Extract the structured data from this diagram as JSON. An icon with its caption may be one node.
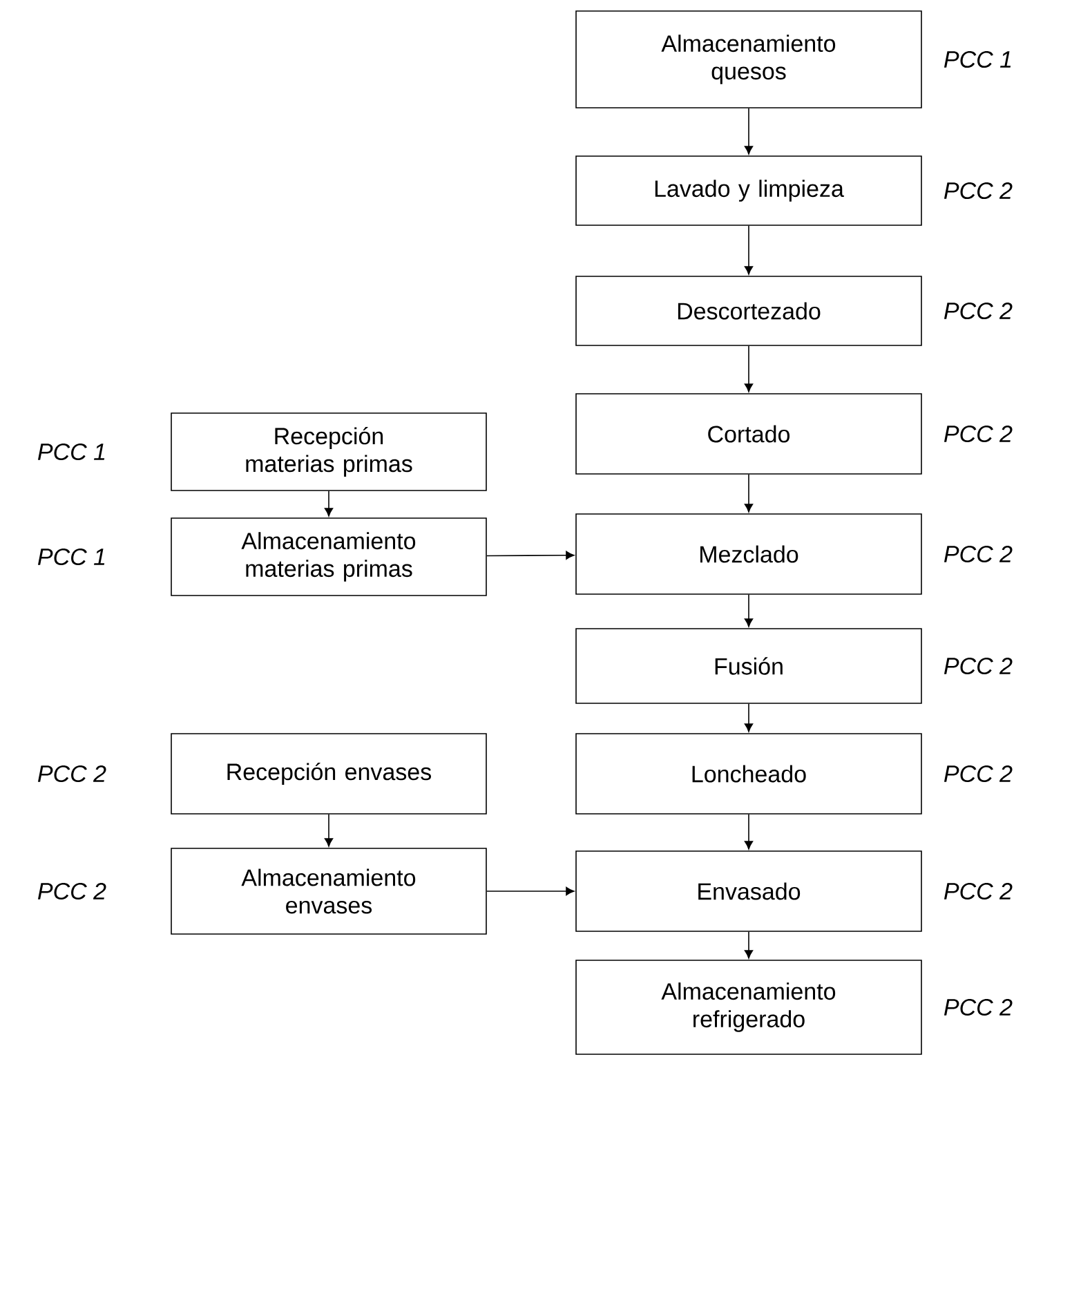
{
  "diagram": {
    "nodes": [
      {
        "text": [
          "Almacenamiento quesos"
        ],
        "beside": [
          "PCC 1"
        ]
      },
      {
        "text": [
          "Lavado y limpieza"
        ],
        "beside": [
          "PCC 2"
        ]
      },
      {
        "text": [
          "Descortezado"
        ],
        "beside": [
          "PCC 2"
        ]
      },
      {
        "text": [
          "Recepción materias primas"
        ],
        "beside": [
          "PCC 1"
        ]
      },
      {
        "text": [
          "Cortado"
        ],
        "beside": [
          "PCC 2"
        ]
      },
      {
        "text": [
          "Almacenamiento materias primas"
        ],
        "beside": [
          "PCC 1"
        ]
      },
      {
        "text": [
          "Mezclado"
        ],
        "beside": [
          "PCC 2"
        ]
      },
      {
        "text": [
          "Fusión"
        ],
        "beside": [
          "PCC 2"
        ]
      },
      {
        "text": [
          "Recepción envases"
        ],
        "beside": [
          "PCC 2"
        ]
      },
      {
        "text": [
          "Loncheado"
        ],
        "beside": [
          "PCC 2"
        ]
      },
      {
        "text": [
          "Almacenamiento envases"
        ],
        "beside": [
          "PCC 2"
        ]
      },
      {
        "text": [
          "Envasado"
        ],
        "beside": [
          "PCC 2"
        ]
      },
      {
        "text": [
          "Almacenamiento refrigerado"
        ],
        "beside": [
          "PCC 2"
        ]
      }
    ],
    "edges": [
      {
        "from": 0,
        "to": 1,
        "arrow": "to"
      },
      {
        "from": 1,
        "to": 2,
        "arrow": "to"
      },
      {
        "from": 2,
        "to": 4,
        "arrow": "to"
      },
      {
        "from": 4,
        "to": 6,
        "arrow": "to"
      },
      {
        "from": 3,
        "to": 5,
        "arrow": "to"
      },
      {
        "from": 5,
        "to": 6,
        "arrow": "to"
      },
      {
        "from": 6,
        "to": 7,
        "arrow": "to"
      },
      {
        "from": 7,
        "to": 9,
        "arrow": "to"
      },
      {
        "from": 9,
        "to": 11,
        "arrow": "to"
      },
      {
        "from": 8,
        "to": 10,
        "arrow": "to"
      },
      {
        "from": 10,
        "to": 11,
        "arrow": "to"
      },
      {
        "from": 11,
        "to": 12,
        "arrow": "to"
      }
    ]
  }
}
